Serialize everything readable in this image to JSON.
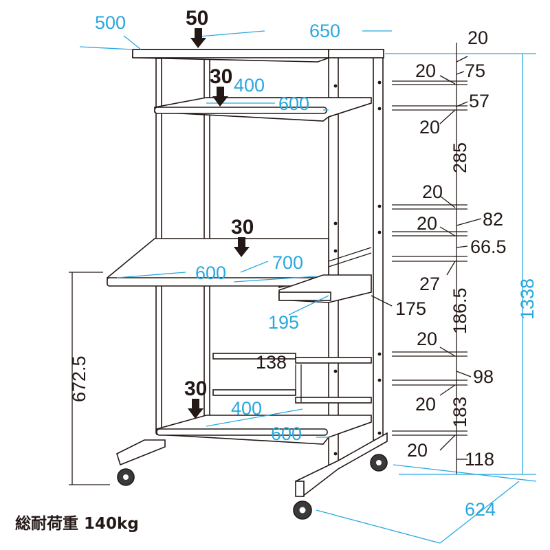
{
  "dimensions": {
    "top_depth": "500",
    "top_width": "650",
    "shelf1_depth": "400",
    "shelf1_width": "600",
    "keyboard_depth": "700",
    "keyboard_width": "600",
    "mouse_depth": "195",
    "mouse_width": "175",
    "bottom_depth": "400",
    "bottom_width": "600",
    "rail_gap": "138",
    "base_depth": "624",
    "total_height": "1338",
    "keyboard_height": "672.5",
    "v_20_top": "20",
    "v_75": "75",
    "v_20_a": "20",
    "v_57": "57",
    "v_20_b": "20",
    "v_285": "285",
    "v_20_c": "20",
    "v_82": "82",
    "v_20_d": "20",
    "v_66_5": "66.5",
    "v_27": "27",
    "v_186_5": "186.5",
    "v_20_e": "20",
    "v_98": "98",
    "v_20_f": "20",
    "v_183": "183",
    "v_20_g": "20",
    "v_118": "118"
  },
  "loads": {
    "top": "50",
    "shelf": "30",
    "keyboard": "30",
    "bottom": "30"
  },
  "caption": "総耐荷重 140kg"
}
